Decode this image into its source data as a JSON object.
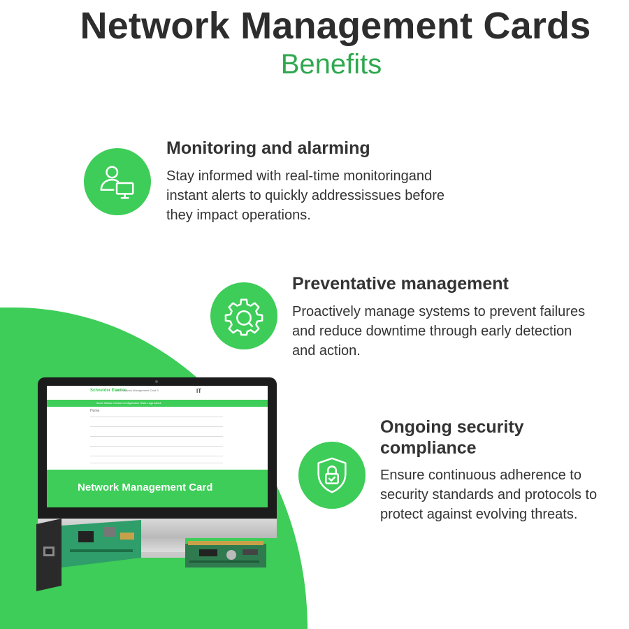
{
  "header": {
    "title": "Network Management Cards",
    "subtitle": "Benefits"
  },
  "benefits": [
    {
      "icon": "user-monitor-icon",
      "title": "Monitoring and alarming",
      "line1": "Stay informed with real-time monitoringand",
      "line2": "instant alerts to quickly addressissues before",
      "line3": "they impact operations."
    },
    {
      "icon": "gear-icon",
      "title": "Preventative management",
      "line1": "Proactively manage systems to prevent failures",
      "line2": "and reduce downtime through early detection",
      "line3": "and action."
    },
    {
      "icon": "shield-lock-icon",
      "title_line1": "Ongoing security",
      "title_line2": "compliance",
      "line1": "Ensure continuous adherence to",
      "line2": "security standards and protocols to",
      "line3": "protect against evolving threats."
    }
  ],
  "screen": {
    "logo": "Schneider Electric",
    "header_title": "UPS Network Management Card 3",
    "it_label": "IT",
    "nav": "Home   Status   Control   Configuration   Tests   Logs   About",
    "home": "Home",
    "banner": "Network Management Card"
  },
  "colors": {
    "brand_green": "#3dcd58",
    "subtitle_green": "#2fa84f",
    "text_dark": "#2d2d2d"
  }
}
